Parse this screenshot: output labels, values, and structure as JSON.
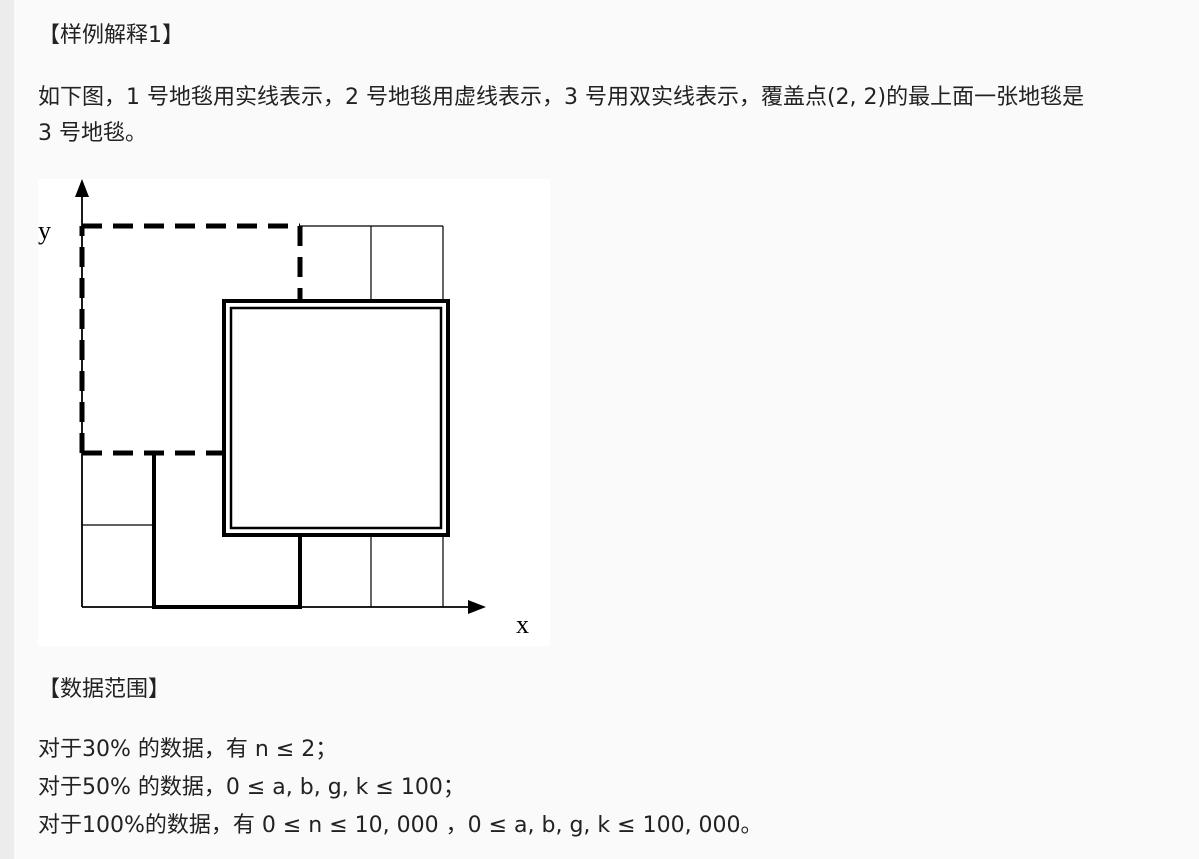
{
  "sample_explanation": {
    "heading": "【样例解释1】",
    "para_line1": "如下图，1 号地毯用实线表示，2 号地毯用虚线表示，3 号用双实线表示，覆盖点(2, 2)的最上面一张地毯是",
    "para_line2": "3 号地毯。"
  },
  "figure": {
    "y_label": "y",
    "x_label": "x"
  },
  "data_range": {
    "heading": "【数据范围】",
    "lines": [
      "对于30% 的数据，有 n ≤ 2；",
      "对于50% 的数据，0 ≤ a, b, g, k ≤ 100；",
      "对于100%的数据，有 0 ≤ n ≤ 10, 000 ，0 ≤ a, b, g, k ≤ 100, 000。"
    ]
  }
}
